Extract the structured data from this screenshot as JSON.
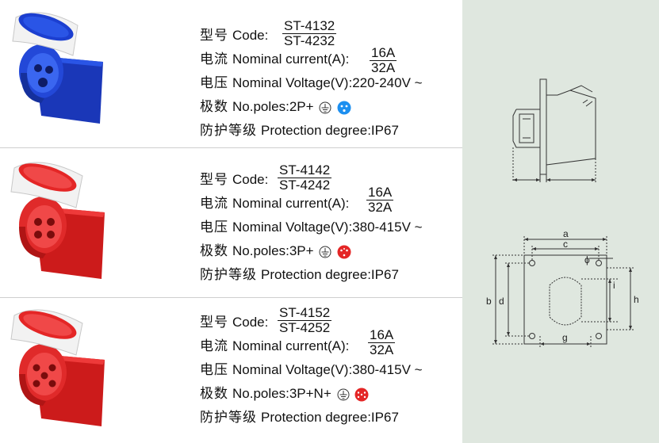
{
  "labels": {
    "model_cn": "型号",
    "model_en": "Code:",
    "current_cn": "电流",
    "current_en": "Nominal current(A):",
    "voltage_cn": "电压",
    "voltage_en": "Nominal Voltage(V):",
    "poles_cn": "极数",
    "poles_en": "No.poles:",
    "protection_cn": "防护等级",
    "protection_en": "Protection degree:"
  },
  "products": [
    {
      "color": "#1c3fd0",
      "code_top": "ST-4132",
      "code_bottom": "ST-4232",
      "current_top": "16A",
      "current_bottom": "32A",
      "voltage": "220-240V ~",
      "poles": "2P+",
      "protection": "IP67"
    },
    {
      "color": "#e42626",
      "code_top": "ST-4142",
      "code_bottom": "ST-4242",
      "current_top": "16A",
      "current_bottom": "32A",
      "voltage": "380-415V ~",
      "poles": "3P+",
      "protection": "IP67"
    },
    {
      "color": "#e42626",
      "code_top": "ST-4152",
      "code_bottom": "ST-4252",
      "current_top": "16A",
      "current_bottom": "32A",
      "voltage": "380-415V ~",
      "poles": "3P+N+",
      "protection": "IP67"
    }
  ],
  "dimensions": {
    "a": "a",
    "b": "b",
    "c": "c",
    "d": "d",
    "g": "g",
    "h": "h",
    "i": "i",
    "phi": "ϕ"
  },
  "colors": {
    "blue": "#1c3fd0",
    "red": "#e42626",
    "panel": "#dfe7df"
  }
}
